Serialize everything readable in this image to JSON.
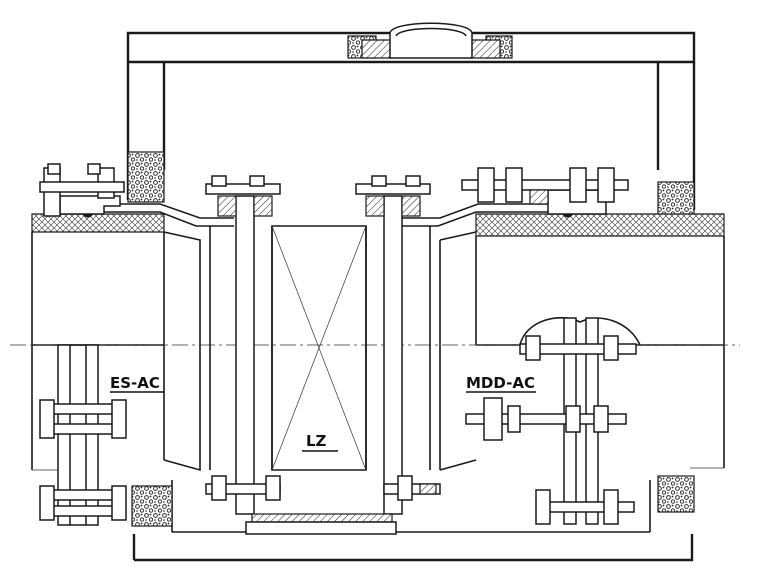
{
  "labels": {
    "left_joint": "ES-AC",
    "right_joint": "MDD-AC",
    "center_unit": "LZ"
  },
  "colors": {
    "ink": "#1a1a1a",
    "paper": "#ffffff"
  }
}
